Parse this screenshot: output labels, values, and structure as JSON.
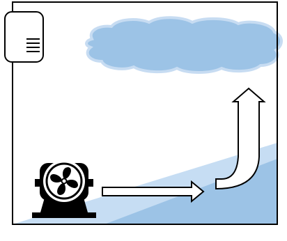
{
  "diagram": {
    "colors": {
      "frame": "#000000",
      "background": "#ffffff",
      "slope_light": "#c6ddf3",
      "slope": "#9cc3e6",
      "cloud_fill": "#9cc3e6",
      "cloud_outline": "#c7dcf2",
      "arrow_fill": "#ffffff",
      "arrow_stroke": "#000000",
      "fan": "#000000"
    },
    "elements": {
      "fan_icon": "fan-icon",
      "menu_icon": "menu-icon",
      "cloud": "cloud",
      "horizontal_arrow": "right-arrow",
      "upward_arrow": "curved-up-arrow"
    }
  }
}
